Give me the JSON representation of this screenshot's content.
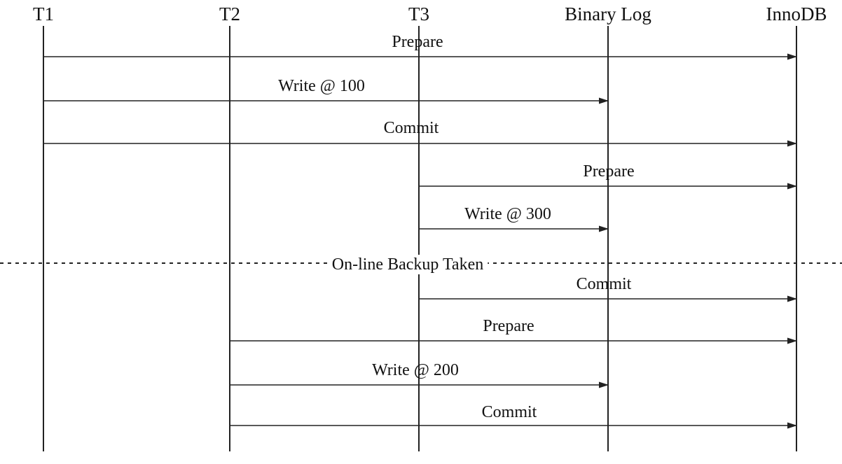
{
  "colors": {
    "line": "#222222",
    "text": "#111111",
    "background": "#ffffff"
  },
  "diagram": {
    "type": "sequence",
    "participants": [
      "T1",
      "T2",
      "T3",
      "Binary Log",
      "InnoDB"
    ],
    "messages": [
      {
        "from": "T1",
        "to": "InnoDB",
        "label": "Prepare"
      },
      {
        "from": "T1",
        "to": "Binary Log",
        "label": "Write @ 100"
      },
      {
        "from": "T1",
        "to": "InnoDB",
        "label": "Commit"
      },
      {
        "from": "T3",
        "to": "InnoDB",
        "label": "Prepare"
      },
      {
        "from": "T3",
        "to": "Binary Log",
        "label": "Write @ 300"
      },
      {
        "from": "T3",
        "to": "InnoDB",
        "label": "Commit"
      },
      {
        "from": "T2",
        "to": "InnoDB",
        "label": "Prepare"
      },
      {
        "from": "T2",
        "to": "Binary Log",
        "label": "Write @ 200"
      },
      {
        "from": "T2",
        "to": "InnoDB",
        "label": "Commit"
      }
    ],
    "separator": {
      "label": "On-line Backup Taken",
      "after_message": 5
    }
  }
}
